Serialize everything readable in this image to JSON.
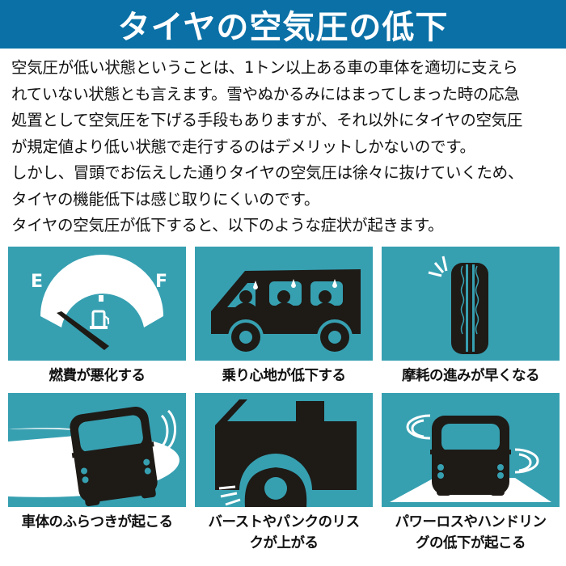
{
  "header": {
    "title": "タイヤの空気圧の低下"
  },
  "intro": {
    "lines": [
      "空気圧が低い状態ということは、1トン以上ある車の車体を適切に支えら",
      "れていない状態とも言えます。雪やぬかるみにはまってしまった時の応急",
      "処置として空気圧を下げる手段もありますが、それ以外にタイヤの空気圧",
      "が規定値より低い状態で走行するのはデメリットしかないのです。",
      "しかし、冒頭でお伝えした通りタイヤの空気圧は徐々に抜けていくため、",
      "タイヤの機能低下は感じ取りにくいのです。",
      "タイヤの空気圧が低下すると、以下のような症状が起きます。"
    ]
  },
  "colors": {
    "header_bg": "#0a70a6",
    "panel_bg": "#36a0b1",
    "icon_dark": "#1e1a16",
    "text": "#111111"
  },
  "symptoms": [
    {
      "icon": "fuel-gauge-icon",
      "gauge_left": "E",
      "gauge_right": "F",
      "caption": "燃費が悪化する"
    },
    {
      "icon": "van-passengers-icon",
      "caption": "乗り心地が低下する"
    },
    {
      "icon": "worn-tire-icon",
      "caption": "摩耗の進みが早くなる"
    },
    {
      "icon": "car-swaying-icon",
      "caption": "車体のふらつきが起こる"
    },
    {
      "icon": "flat-tire-icon",
      "caption_line1": "バーストやパンクのリス",
      "caption_line2": "クが上がる"
    },
    {
      "icon": "car-power-loss-icon",
      "caption_line1": "パワーロスやハンドリン",
      "caption_line2": "グの低下が起こる"
    }
  ]
}
